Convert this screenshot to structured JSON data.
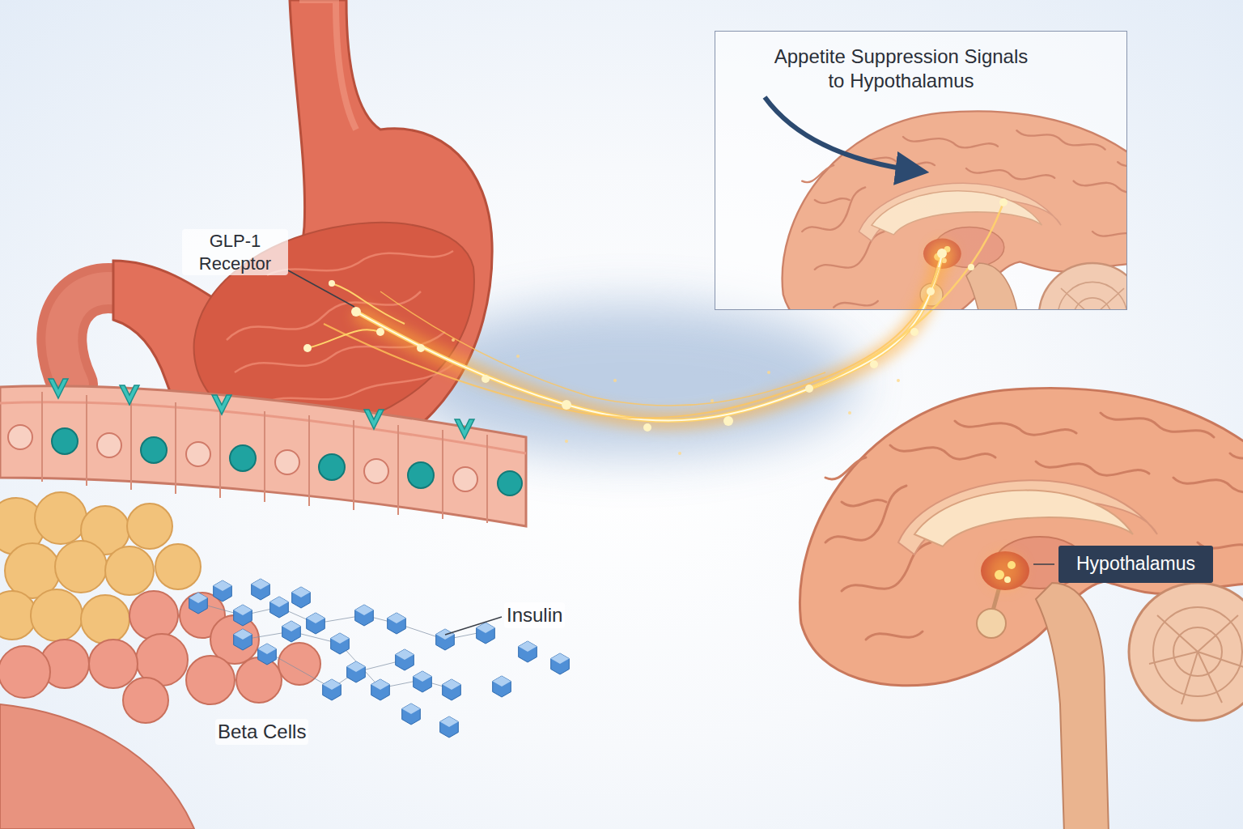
{
  "diagram": {
    "nodes": [
      {
        "text": [
          "Appetite Suppression Signals to Hypothalamus"
        ]
      },
      {
        "text": [
          "Hypothalamus"
        ]
      }
    ],
    "labels": [
      "GLP-1 Receptor",
      "Insulin",
      "Beta Cells"
    ]
  }
}
